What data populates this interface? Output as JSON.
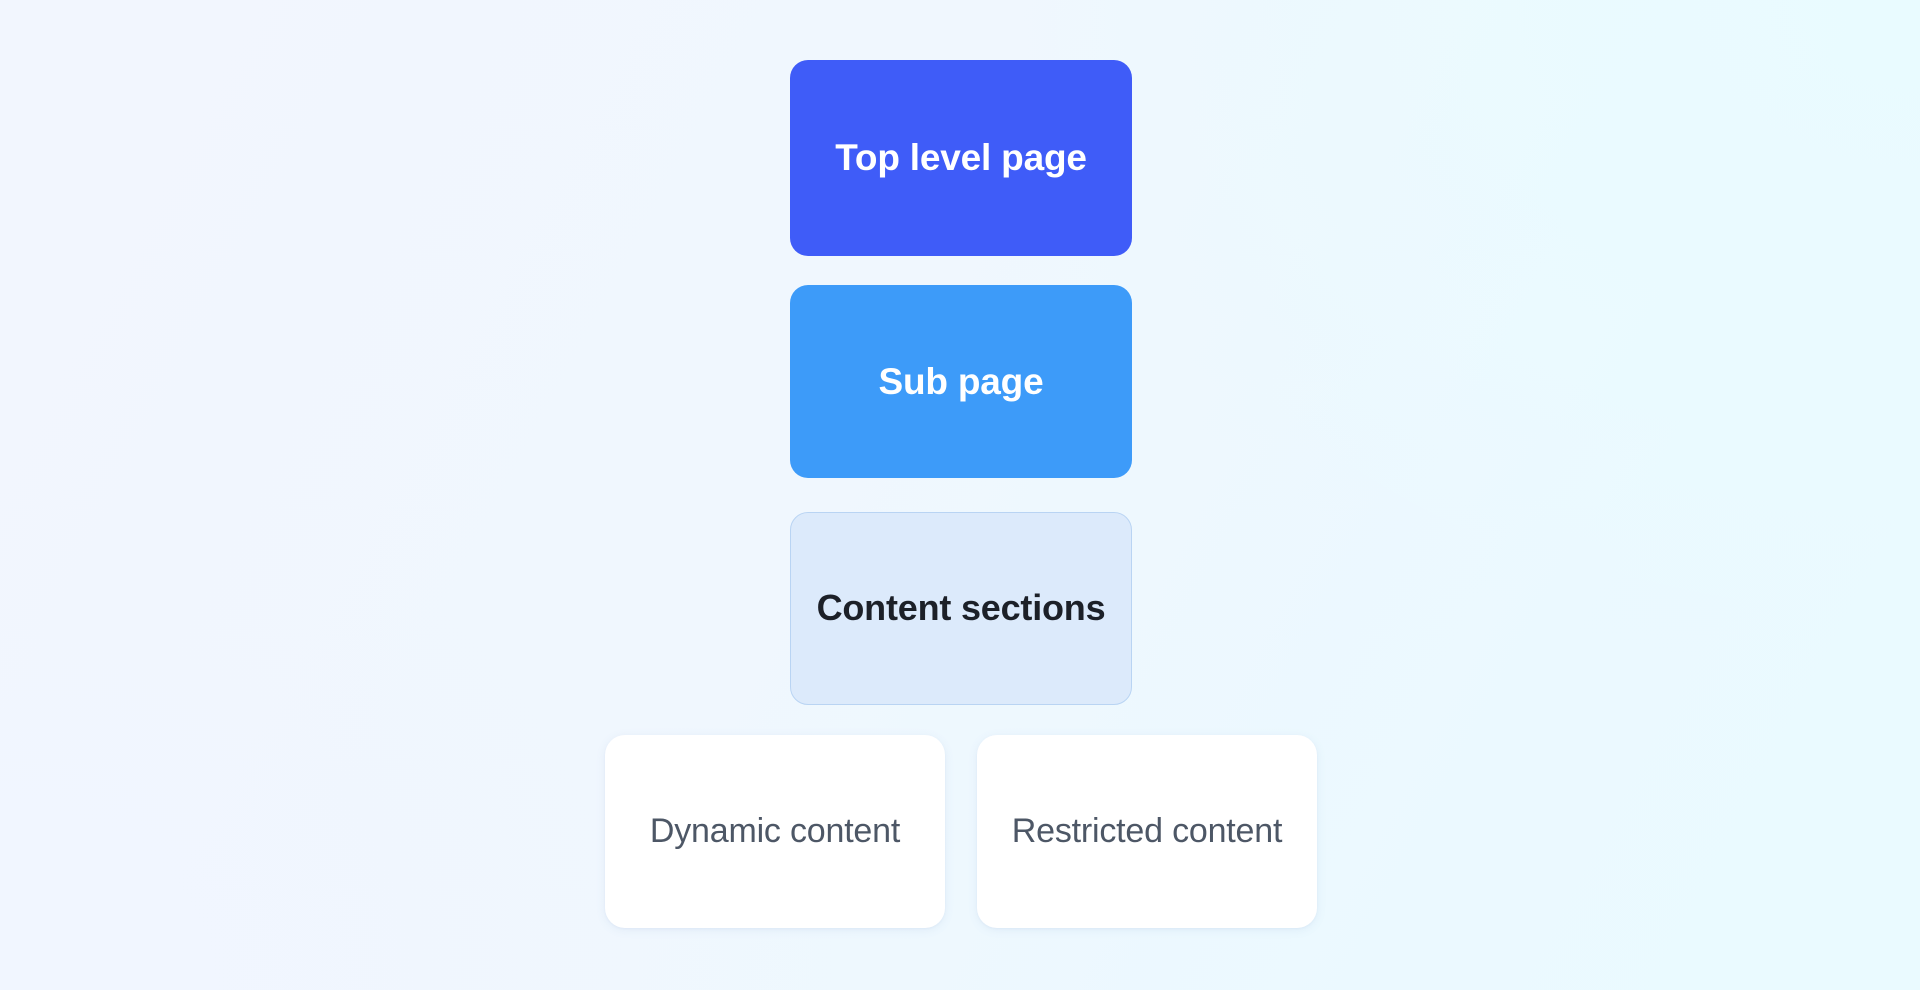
{
  "diagram": {
    "type": "page-hierarchy",
    "title": "",
    "background": {
      "from_color": "#f2f6fe",
      "to_color": "#eafaff"
    },
    "levels": [
      {
        "id": "top-level-page",
        "label": "Top level page",
        "fill_color": "#3f5cf8",
        "text_color": "#ffffff"
      },
      {
        "id": "sub-page",
        "label": "Sub page",
        "fill_color": "#3d9bf9",
        "text_color": "#ffffff"
      },
      {
        "id": "content-sections",
        "label": "Content sections",
        "fill_color": "#dceafb",
        "border_color": "#b9d4f3",
        "text_color": "#1c2028"
      }
    ],
    "leaves": [
      {
        "id": "dynamic-content",
        "label": "Dynamic content",
        "fill_color": "#ffffff",
        "text_color": "#4d5766"
      },
      {
        "id": "restricted-content",
        "label": "Restricted content",
        "fill_color": "#ffffff",
        "text_color": "#4d5766"
      }
    ]
  }
}
